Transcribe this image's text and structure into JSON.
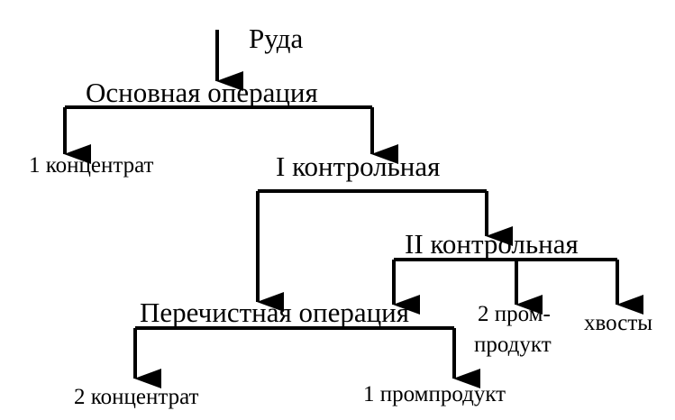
{
  "diagram": {
    "nodes": {
      "ore": "Руда",
      "main_operation": "Основная операция",
      "concentrate_1": "1 концентрат",
      "control_1": "I контрольная",
      "control_2": "II контрольная",
      "cleaning_operation": "Перечистная операция",
      "middling_2_line1": "2 пром-",
      "middling_2_line2": "продукт",
      "tailings": "хвосты",
      "concentrate_2": "2 концентрат",
      "middling_1": "1 промпродукт"
    },
    "edges": [
      {
        "from": "ore",
        "to": "main_operation"
      },
      {
        "from": "main_operation",
        "to": "concentrate_1"
      },
      {
        "from": "main_operation",
        "to": "control_1"
      },
      {
        "from": "control_1",
        "to": "cleaning_operation"
      },
      {
        "from": "control_1",
        "to": "control_2"
      },
      {
        "from": "control_2",
        "to": "cleaning_operation"
      },
      {
        "from": "control_2",
        "to": "middling_2"
      },
      {
        "from": "control_2",
        "to": "tailings"
      },
      {
        "from": "cleaning_operation",
        "to": "concentrate_2"
      },
      {
        "from": "cleaning_operation",
        "to": "middling_1"
      }
    ],
    "colors": {
      "ink": "#000000",
      "background": "#ffffff"
    }
  }
}
